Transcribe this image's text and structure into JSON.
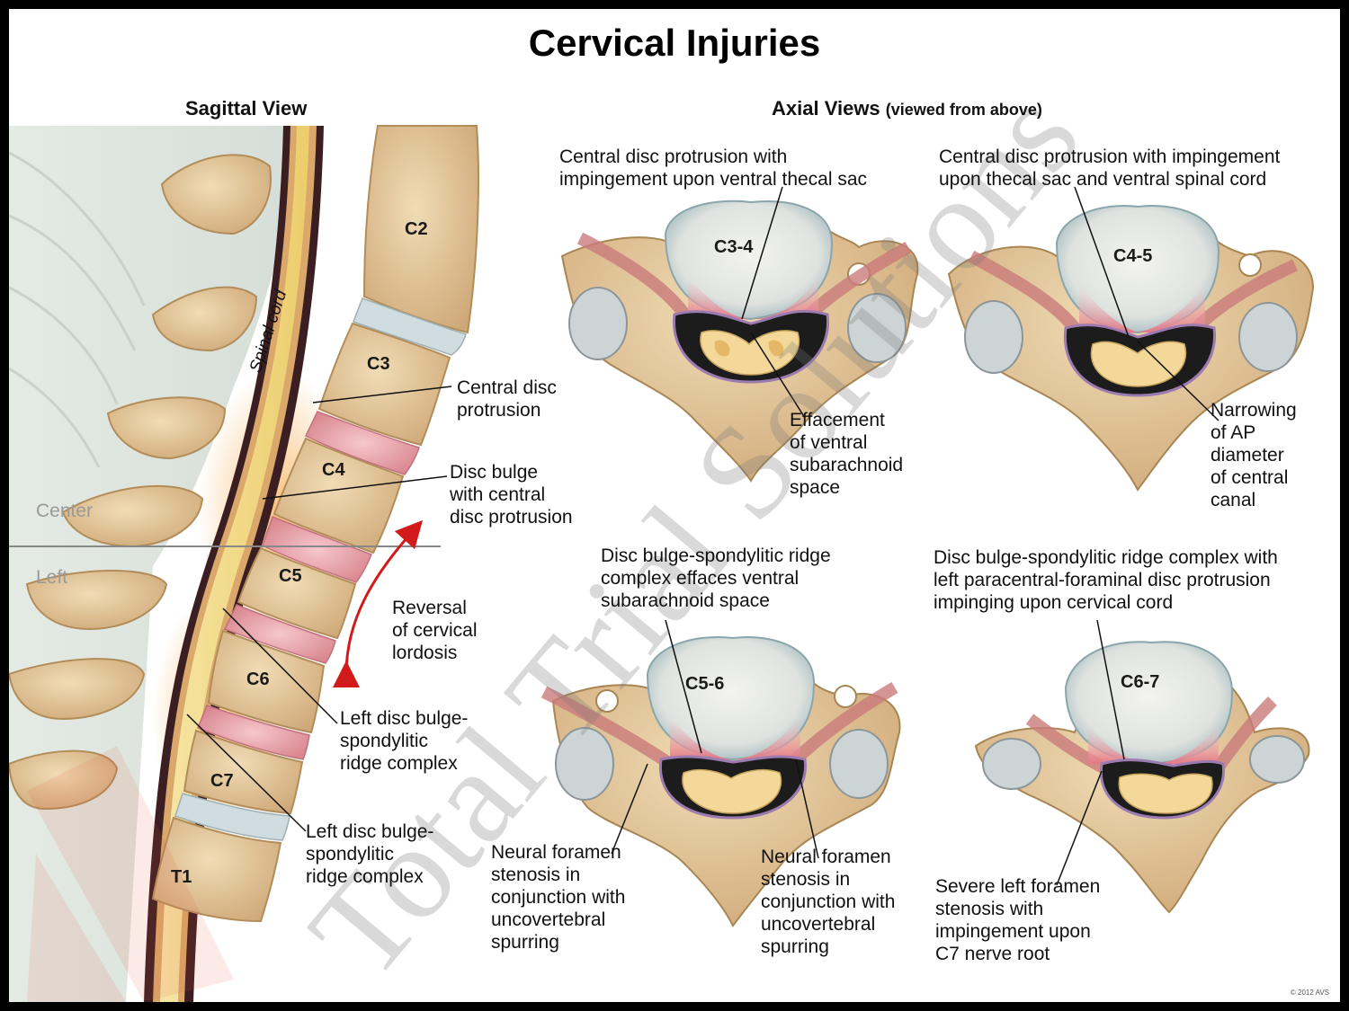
{
  "title": "Cervical Injuries",
  "sagittal": {
    "heading": "Sagittal View",
    "spinal_cord_label": "Spinal cord",
    "center_label": "Center",
    "left_label": "Left",
    "vertebrae": [
      "C2",
      "C3",
      "C4",
      "C5",
      "C6",
      "C7",
      "T1"
    ],
    "callouts": {
      "central_disc": "Central disc\nprotrusion",
      "disc_bulge": "Disc bulge\nwith central\ndisc protrusion",
      "reversal": "Reversal\nof cervical\nlordosis",
      "left_bulge_1": "Left disc bulge-\nspondylitic\nridge complex",
      "left_bulge_2": "Left disc bulge-\nspondylitic\nridge complex"
    }
  },
  "axial": {
    "heading": "Axial Views",
    "heading_sub": "(viewed from above)",
    "panels": [
      {
        "level": "C3-4",
        "caption": "Central disc protrusion with\nimpingement upon ventral thecal sac",
        "note": "Effacement\nof ventral\nsubarachnoid\nspace"
      },
      {
        "level": "C4-5",
        "caption": "Central disc protrusion with impingement\nupon thecal sac and ventral spinal cord",
        "note": "Narrowing\nof AP\ndiameter\nof central\ncanal"
      },
      {
        "level": "C5-6",
        "caption": "Disc bulge-spondylitic ridge\ncomplex effaces ventral\nsubarachnoid space",
        "note_left": "Neural foramen\nstenosis in\nconjunction with\nuncovertebral\nspurring",
        "note_right": "Neural foramen\nstenosis in\nconjunction with\nuncovertebral\nspurring"
      },
      {
        "level": "C6-7",
        "caption": "Disc bulge-spondylitic ridge complex with\nleft paracentral-foraminal disc protrusion\nimpinging upon cervical cord",
        "note": "Severe left foramen\nstenosis with\nimpingement upon\nC7 nerve root"
      }
    ]
  },
  "watermark": "Total Trial Solutions",
  "copyright": "© 2012 AVS",
  "colors": {
    "bone": "#e8d3a8",
    "bone_dark": "#c9a877",
    "disc": "#e9a3ad",
    "cord": "#f2dc8c",
    "arrow": "#d21a1a",
    "nerve": "#c97a7a",
    "disc_gray": "#c9d4d8"
  }
}
